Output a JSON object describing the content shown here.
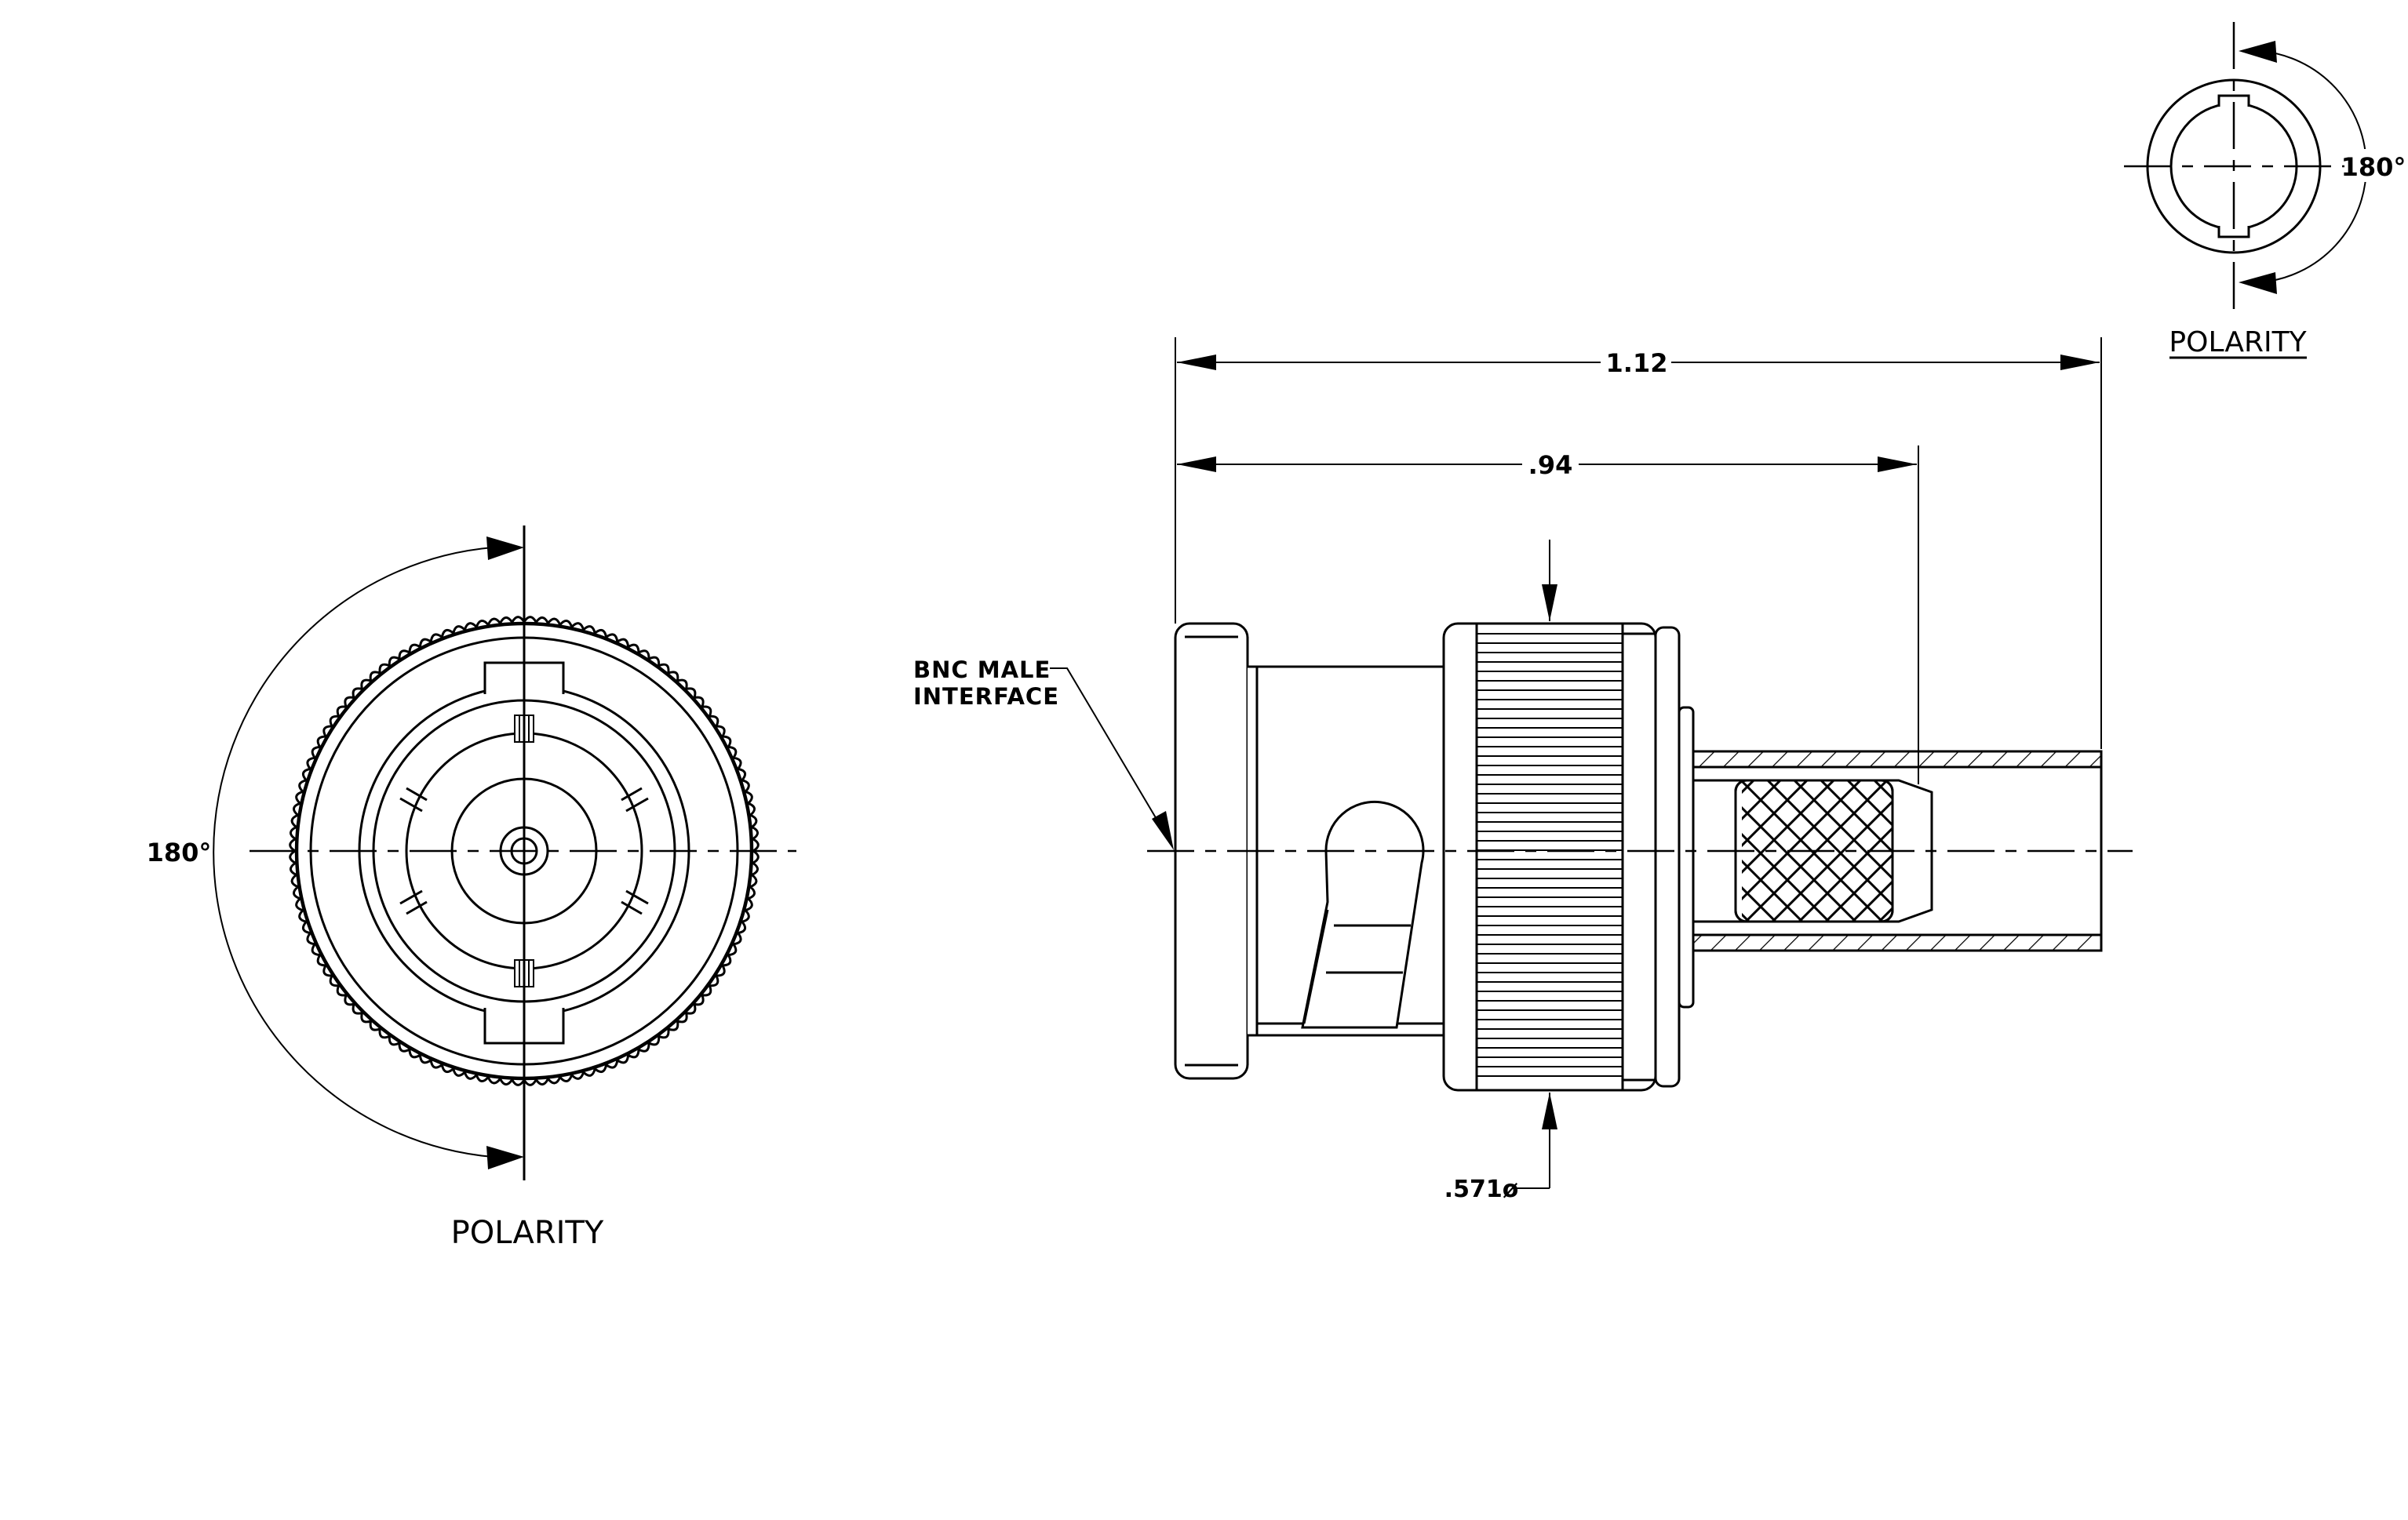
{
  "labels": {
    "left_polarity": "POLARITY",
    "left_angle": "180°",
    "right_polarity": "POLARITY",
    "right_angle": "180°",
    "interface_line1": "BNC MALE",
    "interface_line2": "INTERFACE",
    "dim_overall": "1.12",
    "dim_body": ".94",
    "dim_diameter": ".571ø"
  },
  "colors": {
    "line": "#000000",
    "background": "#ffffff"
  }
}
